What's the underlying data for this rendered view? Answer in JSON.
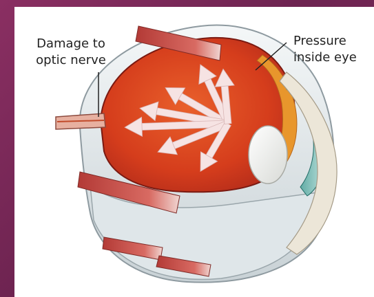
{
  "labels": {
    "damage_line1": "Damage to",
    "damage_line2": "optic nerve",
    "pressure_line1": "Pressure",
    "pressure_line2": "inside eye"
  },
  "colors": {
    "background": "#7a2a5a",
    "panel": "#ffffff",
    "retina_interior": "#d9431e",
    "sclera": "#e8eef0",
    "muscle": "#c9534e",
    "arrow": "#f6e3e3"
  },
  "arrow_count": 7
}
